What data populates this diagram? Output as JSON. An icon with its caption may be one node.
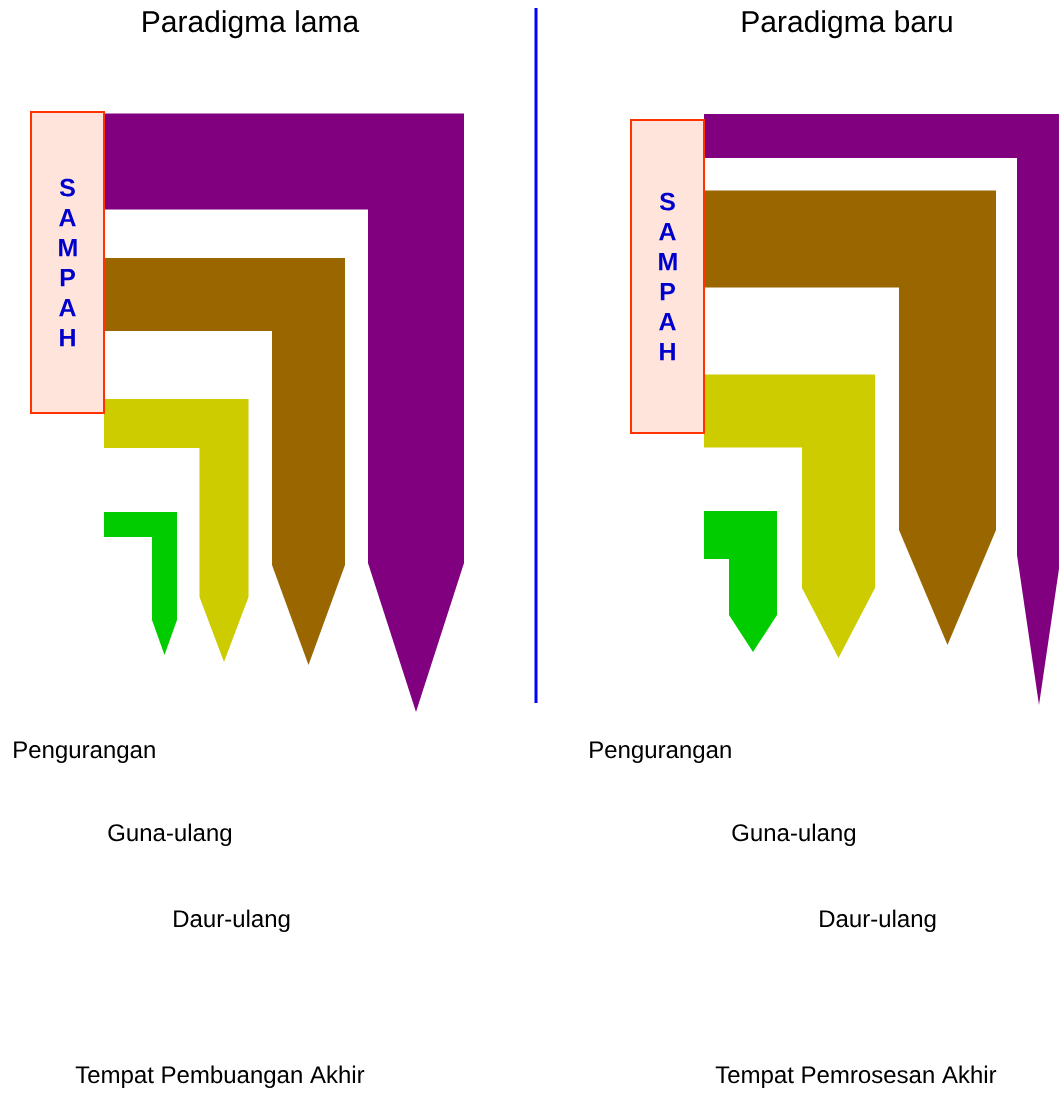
{
  "diagram": {
    "nodes": [
      {
        "text": [
          "S A M P A H"
        ]
      },
      {
        "text": [
          "S A M P A H"
        ]
      }
    ],
    "labels": [
      "Paradigma lama",
      "Paradigma baru",
      "Pengurangan",
      "Pengurangan",
      "Guna-ulang",
      "Guna-ulang",
      "Daur-ulang",
      "Daur-ulang",
      "Tempat Pembuangan Akhir",
      "Tempat Pemrosesan Akhir"
    ]
  }
}
